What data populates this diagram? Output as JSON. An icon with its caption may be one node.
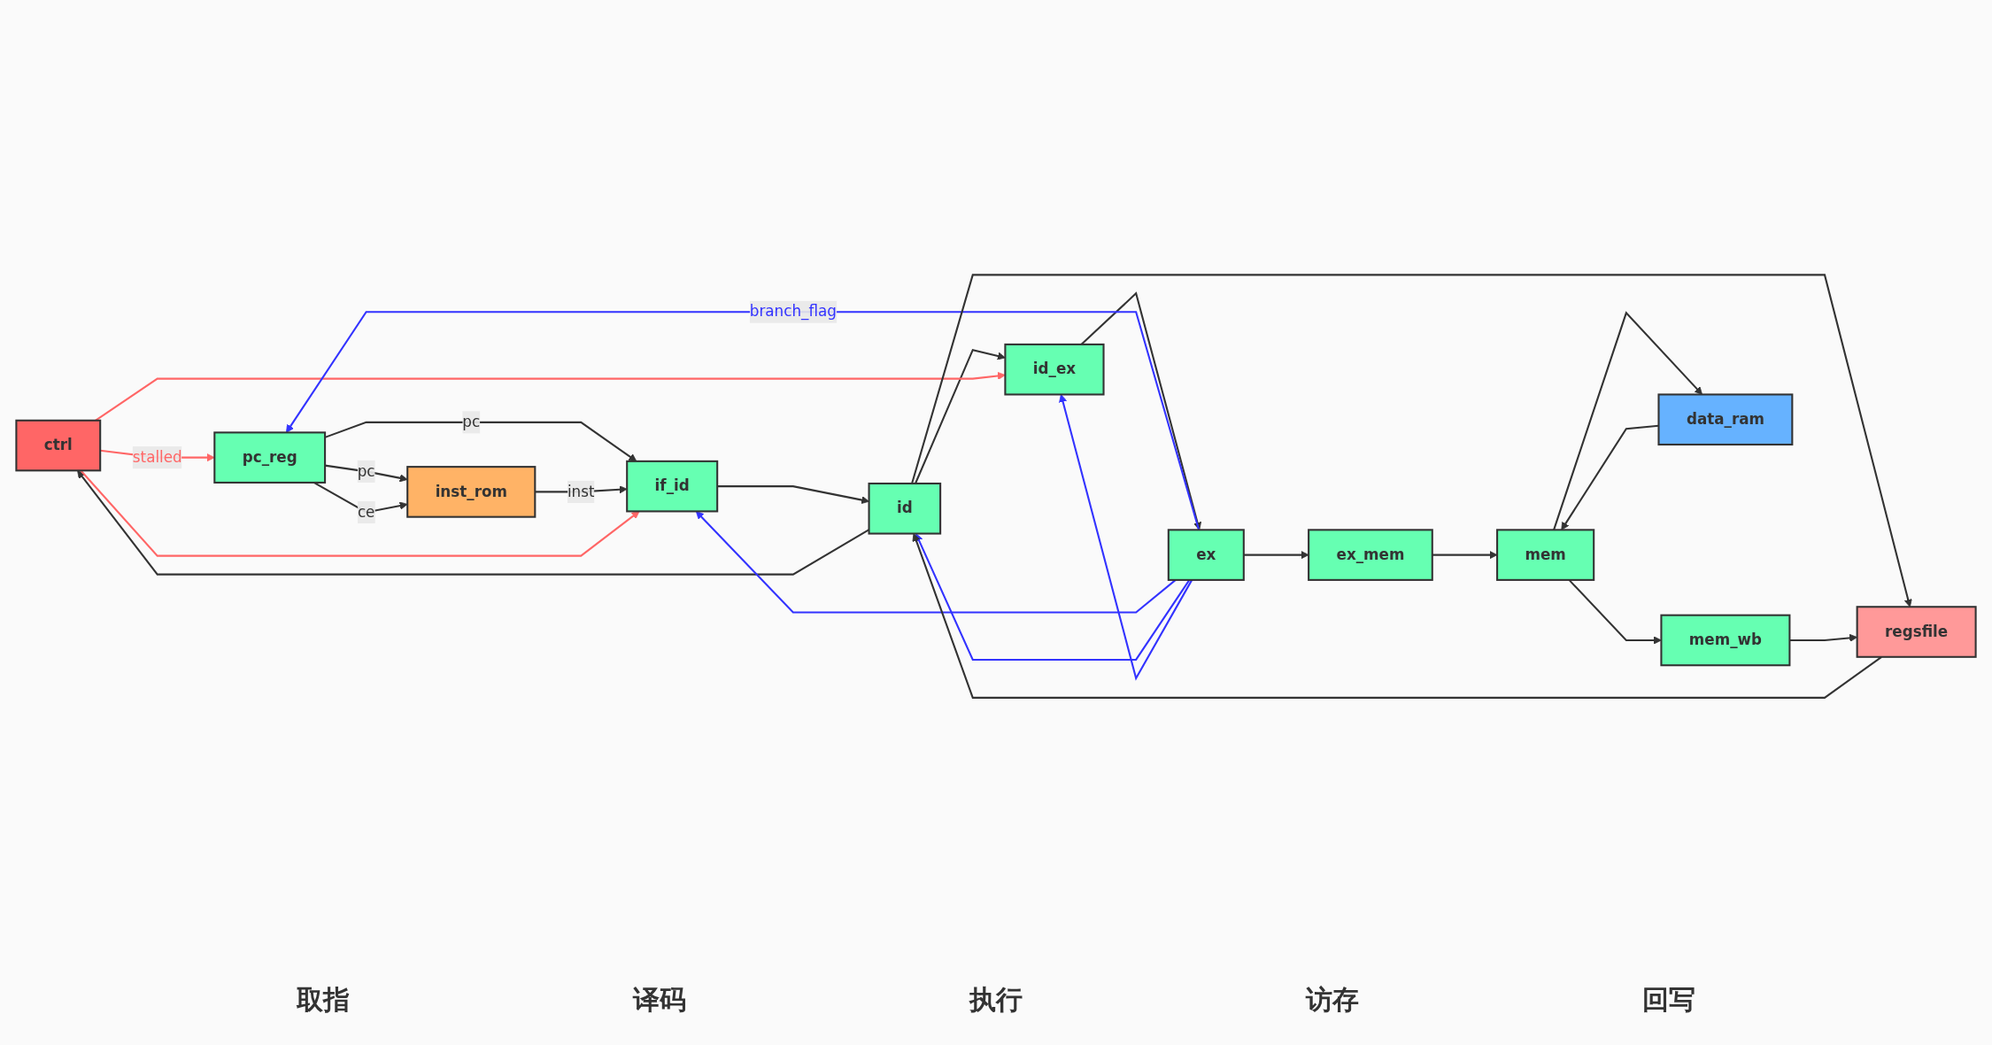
{
  "diagram": {
    "nodes": [
      {
        "text": [
          "ctrl"
        ]
      },
      {
        "text": [
          "pc_reg"
        ]
      },
      {
        "text": [
          "if_id"
        ]
      },
      {
        "text": [
          "id"
        ]
      },
      {
        "text": [
          "id_ex"
        ]
      },
      {
        "text": [
          "ex"
        ]
      },
      {
        "text": [
          "ex_mem"
        ]
      },
      {
        "text": [
          "mem"
        ]
      },
      {
        "text": [
          "mem_wb"
        ]
      },
      {
        "text": [
          "inst_rom"
        ]
      },
      {
        "text": [
          "regsfile"
        ]
      },
      {
        "text": [
          "data_ram"
        ]
      }
    ],
    "edges": [
      {
        "from": 1,
        "to": 2,
        "arrow": "to",
        "label": "pc"
      },
      {
        "from": 1,
        "to": 9,
        "arrow": "to",
        "label": "pc"
      },
      {
        "from": 1,
        "to": 9,
        "arrow": "to",
        "label": "ce"
      },
      {
        "from": 9,
        "to": 2,
        "arrow": "to",
        "label": "inst"
      },
      {
        "from": 2,
        "to": 3,
        "arrow": "to"
      },
      {
        "from": 3,
        "to": 4,
        "arrow": "to"
      },
      {
        "from": 4,
        "to": 5,
        "arrow": "to"
      },
      {
        "from": 5,
        "to": 6,
        "arrow": "to"
      },
      {
        "from": 6,
        "to": 7,
        "arrow": "to"
      },
      {
        "from": 7,
        "to": 8,
        "arrow": "to"
      },
      {
        "from": 3,
        "to": 0,
        "arrow": "to"
      },
      {
        "from": 0,
        "to": 1,
        "arrow": "to",
        "color": "#ff6666",
        "label": "stalled"
      },
      {
        "from": 0,
        "to": 2,
        "arrow": "to",
        "color": "#ff6666"
      },
      {
        "from": 0,
        "to": 4,
        "arrow": "to",
        "color": "#ff6666"
      },
      {
        "from": 5,
        "to": 1,
        "arrow": "to",
        "color": "#3333ff",
        "label": "branch_flag"
      },
      {
        "from": 5,
        "to": 2,
        "arrow": "to",
        "color": "#3333ff"
      },
      {
        "from": 5,
        "to": 3,
        "arrow": "to",
        "color": "#3333ff"
      },
      {
        "from": 5,
        "to": 4,
        "arrow": "to",
        "color": "#3333ff"
      },
      {
        "from": 3,
        "to": 10,
        "arrow": "to"
      },
      {
        "from": 10,
        "to": 3,
        "arrow": "to"
      },
      {
        "from": 7,
        "to": 11,
        "arrow": "to"
      },
      {
        "from": 11,
        "to": 7,
        "arrow": "to"
      },
      {
        "from": 8,
        "to": 10,
        "arrow": "to"
      }
    ],
    "labels": [
      "取指",
      "译码",
      "执行",
      "访存",
      "回写"
    ]
  }
}
